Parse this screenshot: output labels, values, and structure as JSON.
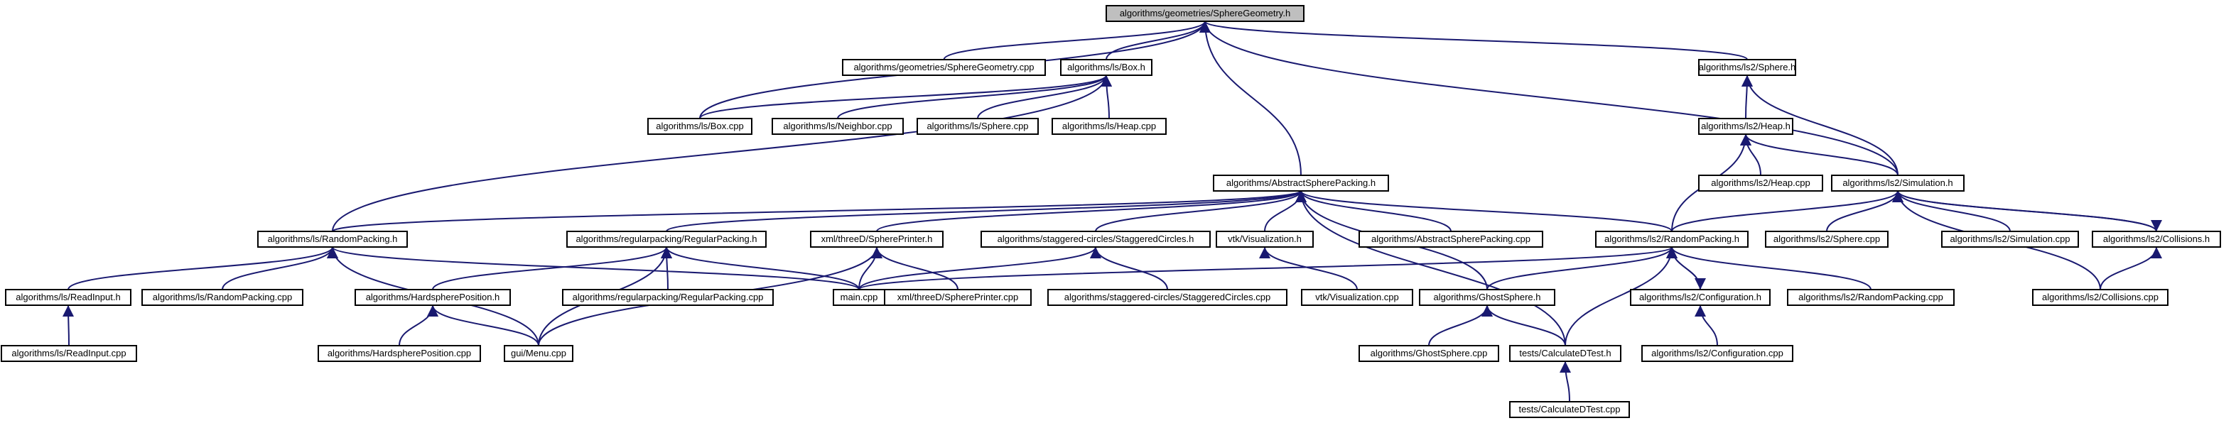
{
  "colors": {
    "edge": "#191970",
    "node_fill": "#ffffff",
    "root_fill": "#bfbfbf",
    "node_stroke": "#000000"
  },
  "nodes": [
    {
      "id": "sg_h",
      "label": "algorithms/geometries/SphereGeometry.h",
      "root": true
    },
    {
      "id": "sg_cpp",
      "label": "algorithms/geometries/SphereGeometry.cpp"
    },
    {
      "id": "box_h",
      "label": "algorithms/ls/Box.h"
    },
    {
      "id": "ls2sphere_h",
      "label": "algorithms/ls2/Sphere.h"
    },
    {
      "id": "box_cpp",
      "label": "algorithms/ls/Box.cpp"
    },
    {
      "id": "neighbor_cpp",
      "label": "algorithms/ls/Neighbor.cpp"
    },
    {
      "id": "lssphere_cpp",
      "label": "algorithms/ls/Sphere.cpp"
    },
    {
      "id": "lsheap_cpp",
      "label": "algorithms/ls/Heap.cpp"
    },
    {
      "id": "heap_h",
      "label": "algorithms/ls2/Heap.h"
    },
    {
      "id": "ls2heap_cpp",
      "label": "algorithms/ls2/Heap.cpp"
    },
    {
      "id": "asp_h",
      "label": "algorithms/AbstractSpherePacking.h"
    },
    {
      "id": "sim_h",
      "label": "algorithms/ls2/Simulation.h"
    },
    {
      "id": "randpack_h",
      "label": "algorithms/ls/RandomPacking.h"
    },
    {
      "id": "regpack_h",
      "label": "algorithms/regularpacking/RegularPacking.h"
    },
    {
      "id": "spp_h",
      "label": "xml/threeD/SpherePrinter.h"
    },
    {
      "id": "stag_h",
      "label": "algorithms/staggered-circles/StaggeredCircles.h"
    },
    {
      "id": "vis_h",
      "label": "vtk/Visualization.h"
    },
    {
      "id": "asp_cpp",
      "label": "algorithms/AbstractSpherePacking.cpp"
    },
    {
      "id": "ls2rand_h",
      "label": "algorithms/ls2/RandomPacking.h"
    },
    {
      "id": "ls2sphere_cpp",
      "label": "algorithms/ls2/Sphere.cpp"
    },
    {
      "id": "sim_cpp",
      "label": "algorithms/ls2/Simulation.cpp"
    },
    {
      "id": "coll_h",
      "label": "algorithms/ls2/Collisions.h"
    },
    {
      "id": "readinput_h",
      "label": "algorithms/ls/ReadInput.h"
    },
    {
      "id": "randpack_cpp",
      "label": "algorithms/ls/RandomPacking.cpp"
    },
    {
      "id": "hsp_h",
      "label": "algorithms/HardspherePosition.h"
    },
    {
      "id": "regpack_cpp",
      "label": "algorithms/regularpacking/RegularPacking.cpp"
    },
    {
      "id": "main_cpp",
      "label": "main.cpp"
    },
    {
      "id": "spp_cpp",
      "label": "xml/threeD/SpherePrinter.cpp"
    },
    {
      "id": "stag_cpp",
      "label": "algorithms/staggered-circles/StaggeredCircles.cpp"
    },
    {
      "id": "vis_cpp",
      "label": "vtk/Visualization.cpp"
    },
    {
      "id": "ghost_h",
      "label": "algorithms/GhostSphere.h"
    },
    {
      "id": "config_h",
      "label": "algorithms/ls2/Configuration.h"
    },
    {
      "id": "ls2rand_cpp",
      "label": "algorithms/ls2/RandomPacking.cpp"
    },
    {
      "id": "coll_cpp",
      "label": "algorithms/ls2/Collisions.cpp"
    },
    {
      "id": "readinput_cpp",
      "label": "algorithms/ls/ReadInput.cpp"
    },
    {
      "id": "hsp_cpp",
      "label": "algorithms/HardspherePosition.cpp"
    },
    {
      "id": "menu_cpp",
      "label": "gui/Menu.cpp"
    },
    {
      "id": "ghost_cpp",
      "label": "algorithms/GhostSphere.cpp"
    },
    {
      "id": "calcd_h",
      "label": "tests/CalculateDTest.h"
    },
    {
      "id": "config_cpp",
      "label": "algorithms/ls2/Configuration.cpp"
    },
    {
      "id": "calcd_cpp",
      "label": "tests/CalculateDTest.cpp"
    }
  ],
  "edges": [
    {
      "from": "sg_cpp",
      "to": "sg_h"
    },
    {
      "from": "box_h",
      "to": "sg_h"
    },
    {
      "from": "box_cpp",
      "to": "sg_h"
    },
    {
      "from": "asp_h",
      "to": "sg_h"
    },
    {
      "from": "ls2sphere_h",
      "to": "sg_h"
    },
    {
      "from": "sim_h",
      "to": "sg_h"
    },
    {
      "from": "box_cpp",
      "to": "box_h"
    },
    {
      "from": "neighbor_cpp",
      "to": "box_h"
    },
    {
      "from": "lssphere_cpp",
      "to": "box_h"
    },
    {
      "from": "lsheap_cpp",
      "to": "box_h"
    },
    {
      "from": "randpack_h",
      "to": "box_h"
    },
    {
      "from": "heap_h",
      "to": "ls2sphere_h"
    },
    {
      "from": "sim_h",
      "to": "ls2sphere_h"
    },
    {
      "from": "ls2heap_cpp",
      "to": "heap_h"
    },
    {
      "from": "sim_h",
      "to": "heap_h"
    },
    {
      "from": "ls2rand_h",
      "to": "heap_h"
    },
    {
      "from": "randpack_h",
      "to": "asp_h"
    },
    {
      "from": "regpack_h",
      "to": "asp_h"
    },
    {
      "from": "spp_h",
      "to": "asp_h"
    },
    {
      "from": "stag_h",
      "to": "asp_h"
    },
    {
      "from": "vis_h",
      "to": "asp_h"
    },
    {
      "from": "asp_cpp",
      "to": "asp_h"
    },
    {
      "from": "ghost_h",
      "to": "asp_h"
    },
    {
      "from": "ls2rand_h",
      "to": "asp_h"
    },
    {
      "from": "calcd_h",
      "to": "asp_h"
    },
    {
      "from": "ls2rand_h",
      "to": "sim_h"
    },
    {
      "from": "ls2sphere_cpp",
      "to": "sim_h"
    },
    {
      "from": "sim_cpp",
      "to": "sim_h"
    },
    {
      "from": "coll_h",
      "to": "sim_h"
    },
    {
      "from": "coll_cpp",
      "to": "sim_h"
    },
    {
      "from": "readinput_h",
      "to": "randpack_h"
    },
    {
      "from": "randpack_cpp",
      "to": "randpack_h"
    },
    {
      "from": "main_cpp",
      "to": "randpack_h"
    },
    {
      "from": "menu_cpp",
      "to": "randpack_h"
    },
    {
      "from": "hsp_h",
      "to": "regpack_h"
    },
    {
      "from": "regpack_cpp",
      "to": "regpack_h"
    },
    {
      "from": "main_cpp",
      "to": "regpack_h"
    },
    {
      "from": "menu_cpp",
      "to": "regpack_h"
    },
    {
      "from": "main_cpp",
      "to": "spp_h"
    },
    {
      "from": "spp_cpp",
      "to": "spp_h"
    },
    {
      "from": "menu_cpp",
      "to": "spp_h"
    },
    {
      "from": "main_cpp",
      "to": "stag_h"
    },
    {
      "from": "stag_cpp",
      "to": "stag_h"
    },
    {
      "from": "vis_cpp",
      "to": "vis_h"
    },
    {
      "from": "main_cpp",
      "to": "ls2rand_h"
    },
    {
      "from": "ghost_h",
      "to": "ls2rand_h"
    },
    {
      "from": "config_h",
      "to": "ls2rand_h"
    },
    {
      "from": "ls2rand_cpp",
      "to": "ls2rand_h"
    },
    {
      "from": "calcd_h",
      "to": "ls2rand_h"
    },
    {
      "from": "sim_h",
      "to": "coll_h"
    },
    {
      "from": "coll_cpp",
      "to": "coll_h"
    },
    {
      "from": "readinput_cpp",
      "to": "readinput_h"
    },
    {
      "from": "hsp_cpp",
      "to": "hsp_h"
    },
    {
      "from": "menu_cpp",
      "to": "hsp_h"
    },
    {
      "from": "ghost_cpp",
      "to": "ghost_h"
    },
    {
      "from": "calcd_h",
      "to": "ghost_h"
    },
    {
      "from": "ls2rand_h",
      "to": "config_h"
    },
    {
      "from": "config_cpp",
      "to": "config_h"
    },
    {
      "from": "calcd_cpp",
      "to": "calcd_h"
    }
  ]
}
